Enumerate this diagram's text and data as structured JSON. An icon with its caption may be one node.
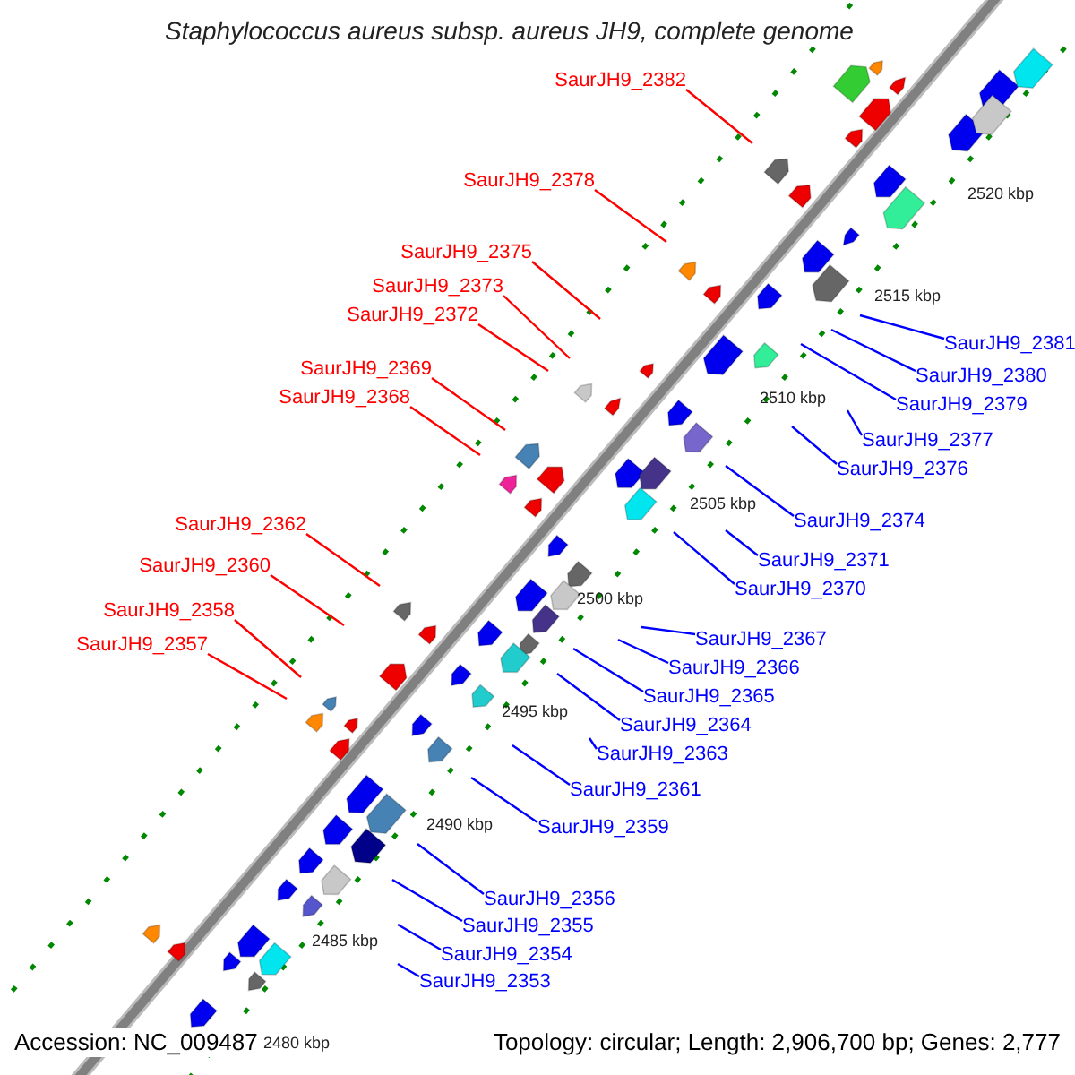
{
  "diagram": {
    "title": "Staphylococcus aureus subsp. aureus JH9, complete genome",
    "nodes": [
      {
        "text": [
          "SaurJH9_2382"
        ]
      },
      {
        "text": [
          "SaurJH9_2378"
        ]
      },
      {
        "text": [
          "SaurJH9_2375"
        ]
      },
      {
        "text": [
          "SaurJH9_2373"
        ]
      },
      {
        "text": [
          "SaurJH9_2372"
        ]
      },
      {
        "text": [
          "SaurJH9_2381"
        ]
      },
      {
        "text": [
          "SaurJH9_2369"
        ]
      },
      {
        "text": [
          "SaurJH9_2380"
        ]
      },
      {
        "text": [
          "SaurJH9_2368"
        ]
      },
      {
        "text": [
          "SaurJH9_2379"
        ]
      },
      {
        "text": [
          "SaurJH9_2377"
        ]
      },
      {
        "text": [
          "SaurJH9_2376"
        ]
      },
      {
        "text": [
          "SaurJH9_2374"
        ]
      },
      {
        "text": [
          "SaurJH9_2362"
        ]
      },
      {
        "text": [
          "SaurJH9_2371"
        ]
      },
      {
        "text": [
          "SaurJH9_2360"
        ]
      },
      {
        "text": [
          "SaurJH9_2370"
        ]
      },
      {
        "text": [
          "SaurJH9_2358"
        ]
      },
      {
        "text": [
          "SaurJH9_2367"
        ]
      },
      {
        "text": [
          "SaurJH9_2357"
        ]
      },
      {
        "text": [
          "SaurJH9_2366"
        ]
      },
      {
        "text": [
          "SaurJH9_2365"
        ]
      },
      {
        "text": [
          "SaurJH9_2364"
        ]
      },
      {
        "text": [
          "SaurJH9_2363"
        ]
      },
      {
        "text": [
          "SaurJH9_2361"
        ]
      },
      {
        "text": [
          "SaurJH9_2359"
        ]
      },
      {
        "text": [
          "SaurJH9_2356"
        ]
      },
      {
        "text": [
          "SaurJH9_2355"
        ]
      },
      {
        "text": [
          "SaurJH9_2354"
        ]
      },
      {
        "text": [
          "SaurJH9_2353"
        ]
      }
    ],
    "edges": [
      {
        "from": 0,
        "to": null,
        "arrow": "none",
        "color": "#ff0000"
      },
      {
        "from": 1,
        "to": null,
        "arrow": "none",
        "color": "#ff0000"
      },
      {
        "from": 2,
        "to": null,
        "arrow": "none",
        "color": "#ff0000"
      },
      {
        "from": 3,
        "to": null,
        "arrow": "none",
        "color": "#ff0000"
      },
      {
        "from": 4,
        "to": null,
        "arrow": "none",
        "color": "#ff0000"
      },
      {
        "from": 5,
        "to": null,
        "arrow": "none"
      },
      {
        "from": 6,
        "to": null,
        "arrow": "none",
        "color": "#ff0000"
      },
      {
        "from": 7,
        "to": null,
        "arrow": "none"
      },
      {
        "from": 8,
        "to": null,
        "arrow": "none",
        "color": "#ff0000"
      },
      {
        "from": 9,
        "to": null,
        "arrow": "none"
      },
      {
        "from": 10,
        "to": null,
        "arrow": "none"
      },
      {
        "from": 11,
        "to": null,
        "arrow": "none"
      },
      {
        "from": 12,
        "to": null,
        "arrow": "none"
      },
      {
        "from": 13,
        "to": null,
        "arrow": "none",
        "color": "#ff0000"
      },
      {
        "from": 14,
        "to": null,
        "arrow": "none"
      },
      {
        "from": 15,
        "to": null,
        "arrow": "none",
        "color": "#ff0000"
      },
      {
        "from": 16,
        "to": null,
        "arrow": "none"
      },
      {
        "from": 17,
        "to": null,
        "arrow": "none",
        "color": "#ff0000"
      },
      {
        "from": 18,
        "to": null,
        "arrow": "none"
      },
      {
        "from": 19,
        "to": null,
        "arrow": "none",
        "color": "#ff0000"
      },
      {
        "from": 20,
        "to": null,
        "arrow": "none"
      },
      {
        "from": 21,
        "to": null,
        "arrow": "none"
      },
      {
        "from": 22,
        "to": null,
        "arrow": "none"
      },
      {
        "from": 23,
        "to": null,
        "arrow": "none"
      },
      {
        "from": 24,
        "to": null,
        "arrow": "none"
      },
      {
        "from": 25,
        "to": null,
        "arrow": "none"
      },
      {
        "from": 26,
        "to": null,
        "arrow": "none"
      },
      {
        "from": 27,
        "to": null,
        "arrow": "none"
      },
      {
        "from": 28,
        "to": null,
        "arrow": "none"
      },
      {
        "from": 29,
        "to": null,
        "arrow": "none"
      }
    ],
    "labels": [
      "2520 kbp",
      "2515 kbp",
      "2510 kbp",
      "2505 kbp",
      "2500 kbp",
      "2495 kbp",
      "2490 kbp",
      "2485 kbp",
      "Accession: NC_009487",
      "2480 kbp",
      "Topology: circular; Length: 2,906,700 bp; Genes: 2,777"
    ]
  }
}
